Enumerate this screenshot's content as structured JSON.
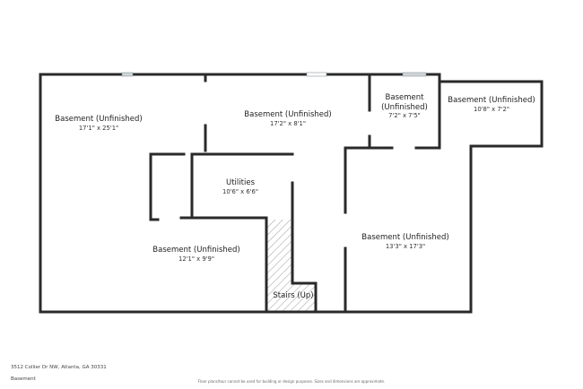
{
  "rooms": [
    {
      "name": "Basement (Unfinished)",
      "dims": "17'1\" x 25'1\""
    },
    {
      "name": "Basement (Unfinished)",
      "dims": "17'2\" x 8'1\""
    },
    {
      "name": "Basement (Unfinished)",
      "dims": "7'2\" x 7'5\""
    },
    {
      "name": "Basement (Unfinished)",
      "dims": "10'8\" x 7'2\""
    },
    {
      "name": "Utilities",
      "dims": "10'6\" x 6'6\""
    },
    {
      "name": "Basement (Unfinished)",
      "dims": "12'1\" x 9'9\""
    },
    {
      "name": "Basement (Unfinished)",
      "dims": "13'3\" x 17'3\""
    },
    {
      "name": "Stairs (Up)",
      "dims": ""
    }
  ],
  "footer": {
    "address": "3512 Collier Dr NW, Atlanta, GA 30331",
    "floor": "Basement",
    "disclaimer": "Floor plans/tour cannot be used for building or design purposes. Sizes and dimensions are approximate."
  },
  "colors": {
    "wall": "#2a2a2a",
    "window": "#cfd5d8",
    "hatch": "#999999"
  }
}
